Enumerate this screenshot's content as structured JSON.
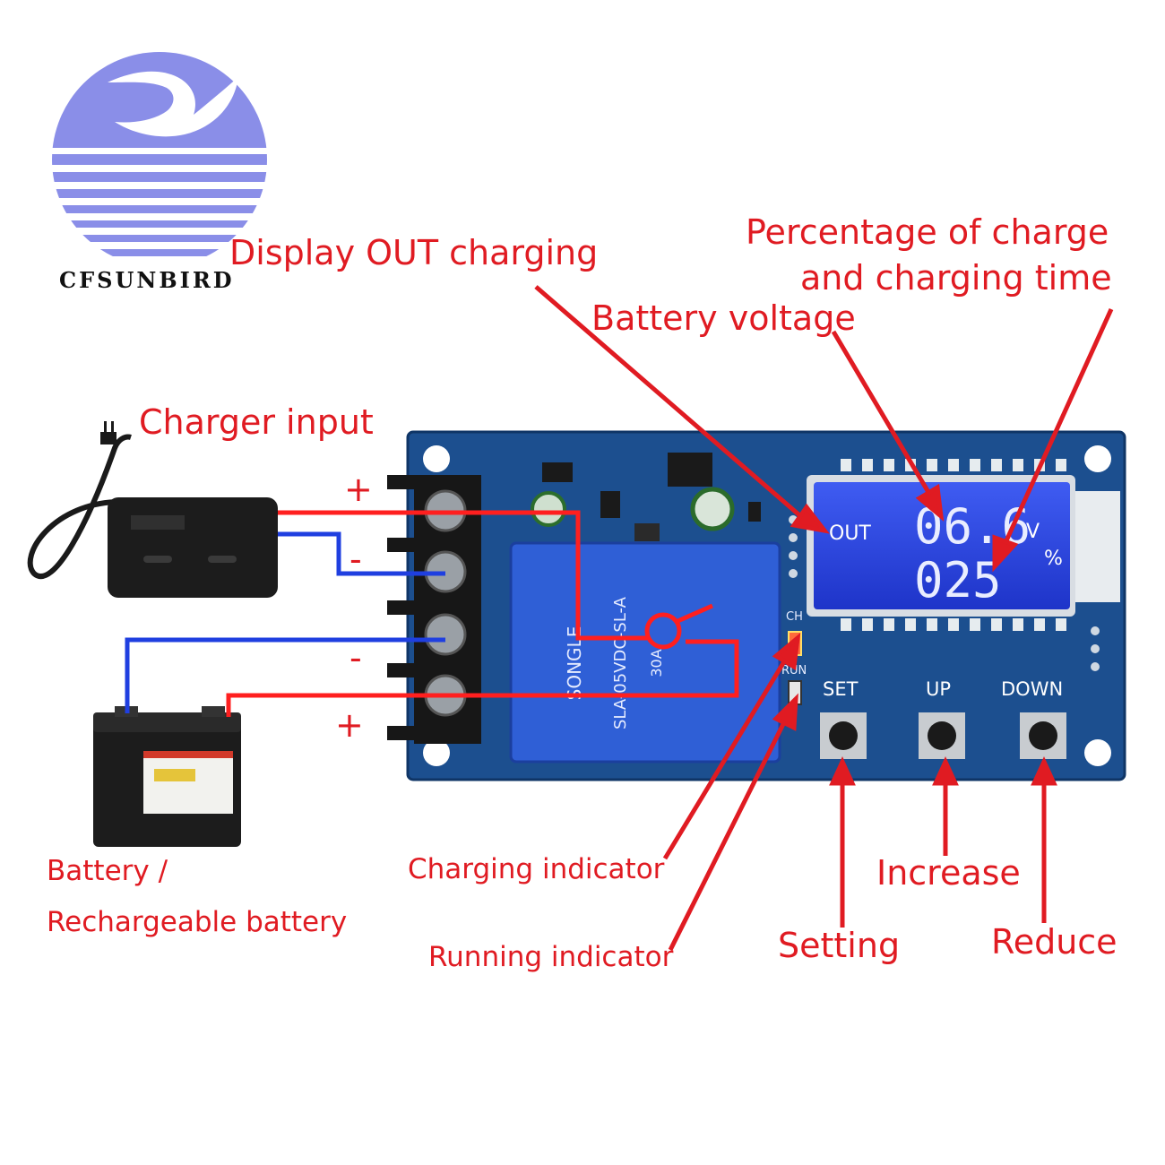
{
  "brand": {
    "name": "CFSUNBIRD"
  },
  "labels": {
    "display_out": "Display OUT charging",
    "percentage_line1": "Percentage of charge",
    "percentage_line2": "and charging time",
    "battery_voltage": "Battery voltage",
    "charger_input": "Charger input",
    "battery_line1": "Battery /",
    "battery_line2": "Rechargeable battery",
    "charging_indicator": "Charging indicator",
    "running_indicator": "Running indicator",
    "setting": "Setting",
    "increase": "Increase",
    "reduce": "Reduce"
  },
  "polarity": {
    "plus": "+",
    "minus": "-"
  },
  "lcd": {
    "out": "OUT",
    "voltage": "06.6",
    "voltage_unit": "V",
    "percent": "025",
    "percent_unit": "%"
  },
  "board": {
    "ch": "CH",
    "run": "RUN",
    "relay_brand": "SONGLE",
    "relay_model": "SLA-05VDC-SL-A",
    "relay_rating": "30A"
  },
  "buttons": {
    "set": "SET",
    "up": "UP",
    "down": "DOWN"
  },
  "colors": {
    "label": "#e01b22",
    "wire_red": "#ff1f1f",
    "wire_blue": "#1f3fe0",
    "pcb": "#1c4f8f",
    "lcd": "#2a48e6",
    "logo": "#8a8ee8"
  }
}
